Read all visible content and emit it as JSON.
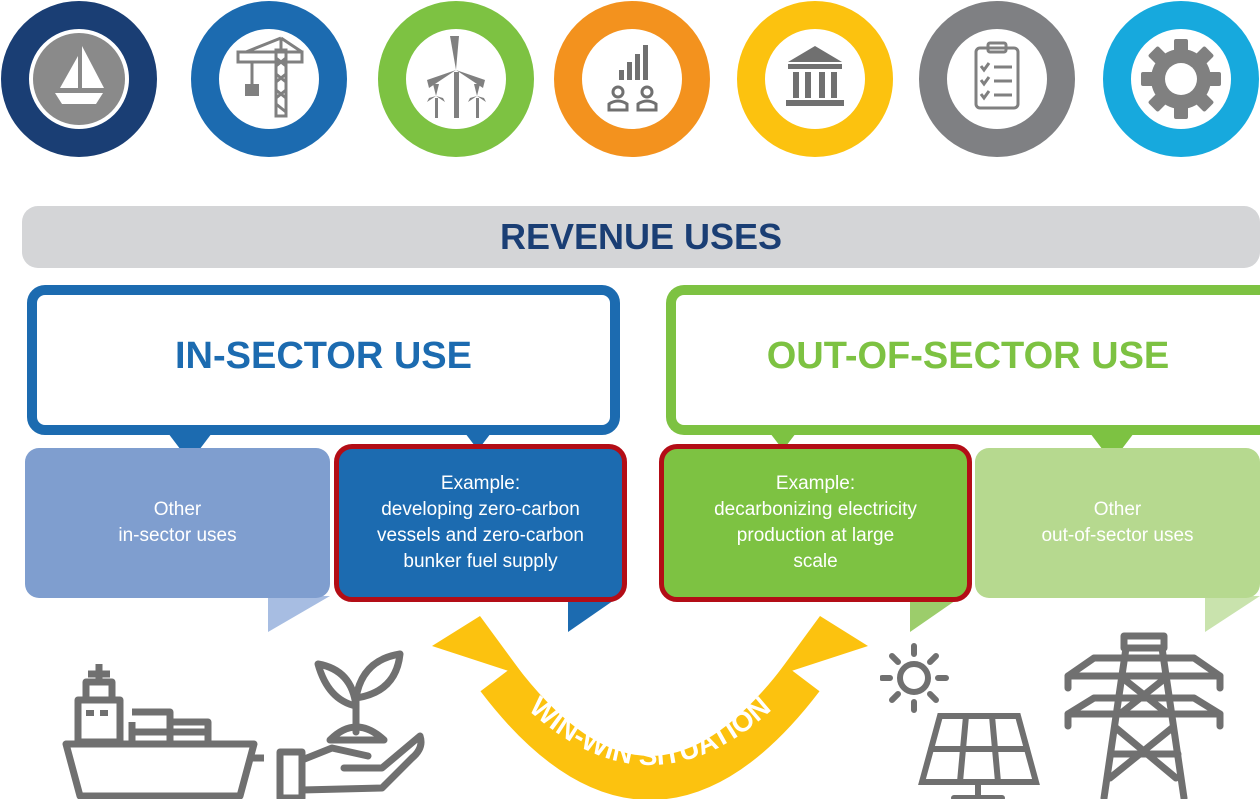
{
  "icons": [
    {
      "name": "sailboat-icon",
      "color": "#1a3e74"
    },
    {
      "name": "crane-icon",
      "color": "#1c6bb0"
    },
    {
      "name": "wind-turbine-icon",
      "color": "#7dc242"
    },
    {
      "name": "bar-chart-people-icon",
      "color": "#f3921e"
    },
    {
      "name": "bank-icon",
      "color": "#fcc20f"
    },
    {
      "name": "checklist-icon",
      "color": "#7f8083"
    },
    {
      "name": "gear-icon",
      "color": "#17a9dd"
    }
  ],
  "banner": {
    "title": "REVENUE USES"
  },
  "in_sector": {
    "title": "IN-SECTOR USE",
    "other": "Other\nin-sector uses",
    "example": "Example:\ndeveloping zero-carbon\nvessels and zero-carbon\nbunker fuel supply"
  },
  "out_sector": {
    "title": "OUT-OF-SECTOR USE",
    "example": "Example:\ndecarbonizing electricity\nproduction at large\nscale",
    "other": "Other\nout-of-sector uses"
  },
  "arrow": {
    "label": "WIN-WIN SITUATION"
  },
  "colors": {
    "navy": "#1a3e74",
    "blue": "#1c6bb0",
    "green": "#7dc242",
    "orange": "#f3921e",
    "yellow": "#fcc20f",
    "gray": "#7f8083",
    "cyan": "#17a9dd",
    "highlight": "#b30d16",
    "icon_gray": "#707070"
  }
}
